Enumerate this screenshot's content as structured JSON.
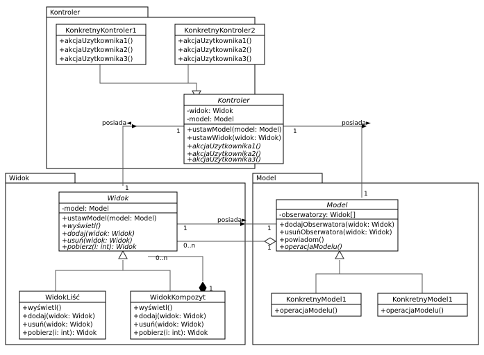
{
  "diagram": {
    "title": "MVC UML class diagram",
    "packages": [
      {
        "id": "pkg-kontroler",
        "label": "Kontroler"
      },
      {
        "id": "pkg-widok",
        "label": "Widok"
      },
      {
        "id": "pkg-model",
        "label": "Model"
      }
    ],
    "classes": {
      "konkretny_kontroler_1": {
        "name": "KonkretnyKontroler1",
        "abstract": false,
        "attributes": [],
        "operations": [
          "+akcjaUzytkownika1()",
          "+akcjaUzytkownika2()",
          "+akcjaUzytkownika3()"
        ],
        "operations_abstract": [
          false,
          false,
          false
        ]
      },
      "konkretny_kontroler_2": {
        "name": "KonkretnyKontroler2",
        "abstract": false,
        "attributes": [],
        "operations": [
          "+akcjaUzytkownika1()",
          "+akcjaUzytkownika2()",
          "+akcjaUzytkownika3()"
        ],
        "operations_abstract": [
          false,
          false,
          false
        ]
      },
      "kontroler": {
        "name": "Kontroler",
        "abstract": true,
        "attributes": [
          "-widok: Widok",
          "-model: Model"
        ],
        "operations": [
          "+ustawModel(model: Model)",
          "+ustawWidok(widok: Widok)",
          "+akcjaUzytkownika1()",
          "+akcjaUzytkownika2()",
          "+akcjaUzytkownika3()"
        ],
        "operations_abstract": [
          false,
          false,
          true,
          true,
          true
        ]
      },
      "widok": {
        "name": "Widok",
        "abstract": true,
        "attributes": [
          "-model: Model"
        ],
        "operations": [
          "+ustawModel(model: Model)",
          "+wyświetl()",
          "+dodaj(widok: Widok)",
          "+usuń(widok: Widok)",
          "+pobierz(i: int): Widok"
        ],
        "operations_abstract": [
          false,
          true,
          true,
          true,
          true
        ]
      },
      "widok_lisc": {
        "name": "WidokLiść",
        "abstract": false,
        "attributes": [],
        "operations": [
          "+wyświetl()",
          "+dodaj(widok: Widok)",
          "+usuń(widok: Widok)",
          "+pobierz(i: int): Widok"
        ],
        "operations_abstract": [
          false,
          false,
          false,
          false
        ]
      },
      "widok_kompozyt": {
        "name": "WidokKompozyt",
        "abstract": false,
        "attributes": [],
        "operations": [
          "+wyświetl()",
          "+dodaj(widok: Widok)",
          "+usuń(widok: Widok)",
          "+pobierz(i: int): Widok"
        ],
        "operations_abstract": [
          false,
          false,
          false,
          false
        ]
      },
      "model": {
        "name": "Model",
        "abstract": true,
        "attributes": [
          "-obserwatorzy: Widok[]"
        ],
        "operations": [
          "+dodajObserwatora(widok: Widok)",
          "+usuńObserwatora(widok: Widok)",
          "+powiadom()",
          "+operacjaModelu()"
        ],
        "operations_abstract": [
          false,
          false,
          false,
          true
        ]
      },
      "konkretny_model_1": {
        "name": "KonkretnyModel1",
        "abstract": false,
        "attributes": [],
        "operations": [
          "+operacjaModelu()"
        ],
        "operations_abstract": [
          false
        ]
      },
      "konkretny_model_2": {
        "name": "KonkretnyModel1",
        "abstract": false,
        "attributes": [],
        "operations": [
          "+operacjaModelu()"
        ],
        "operations_abstract": [
          false
        ]
      }
    },
    "edge_labels": {
      "posiada_widok": "posiada◄",
      "posiada_model": "posiada►",
      "posiada_widok_model": "posiada►"
    },
    "multiplicities": {
      "kontroler_left": "1",
      "kontroler_right": "1",
      "widok_top": "1",
      "widok_right": "1",
      "widok_right_lower": "0..n",
      "model_top": "1",
      "model_left_upper": "1",
      "model_left_lower": "1",
      "widok_composition_source": "0..n",
      "widok_composition_target": "1"
    },
    "colors": {
      "background": "#ffffff",
      "stroke": "#000000",
      "link": "#555555",
      "fill": "#ffffff"
    }
  }
}
